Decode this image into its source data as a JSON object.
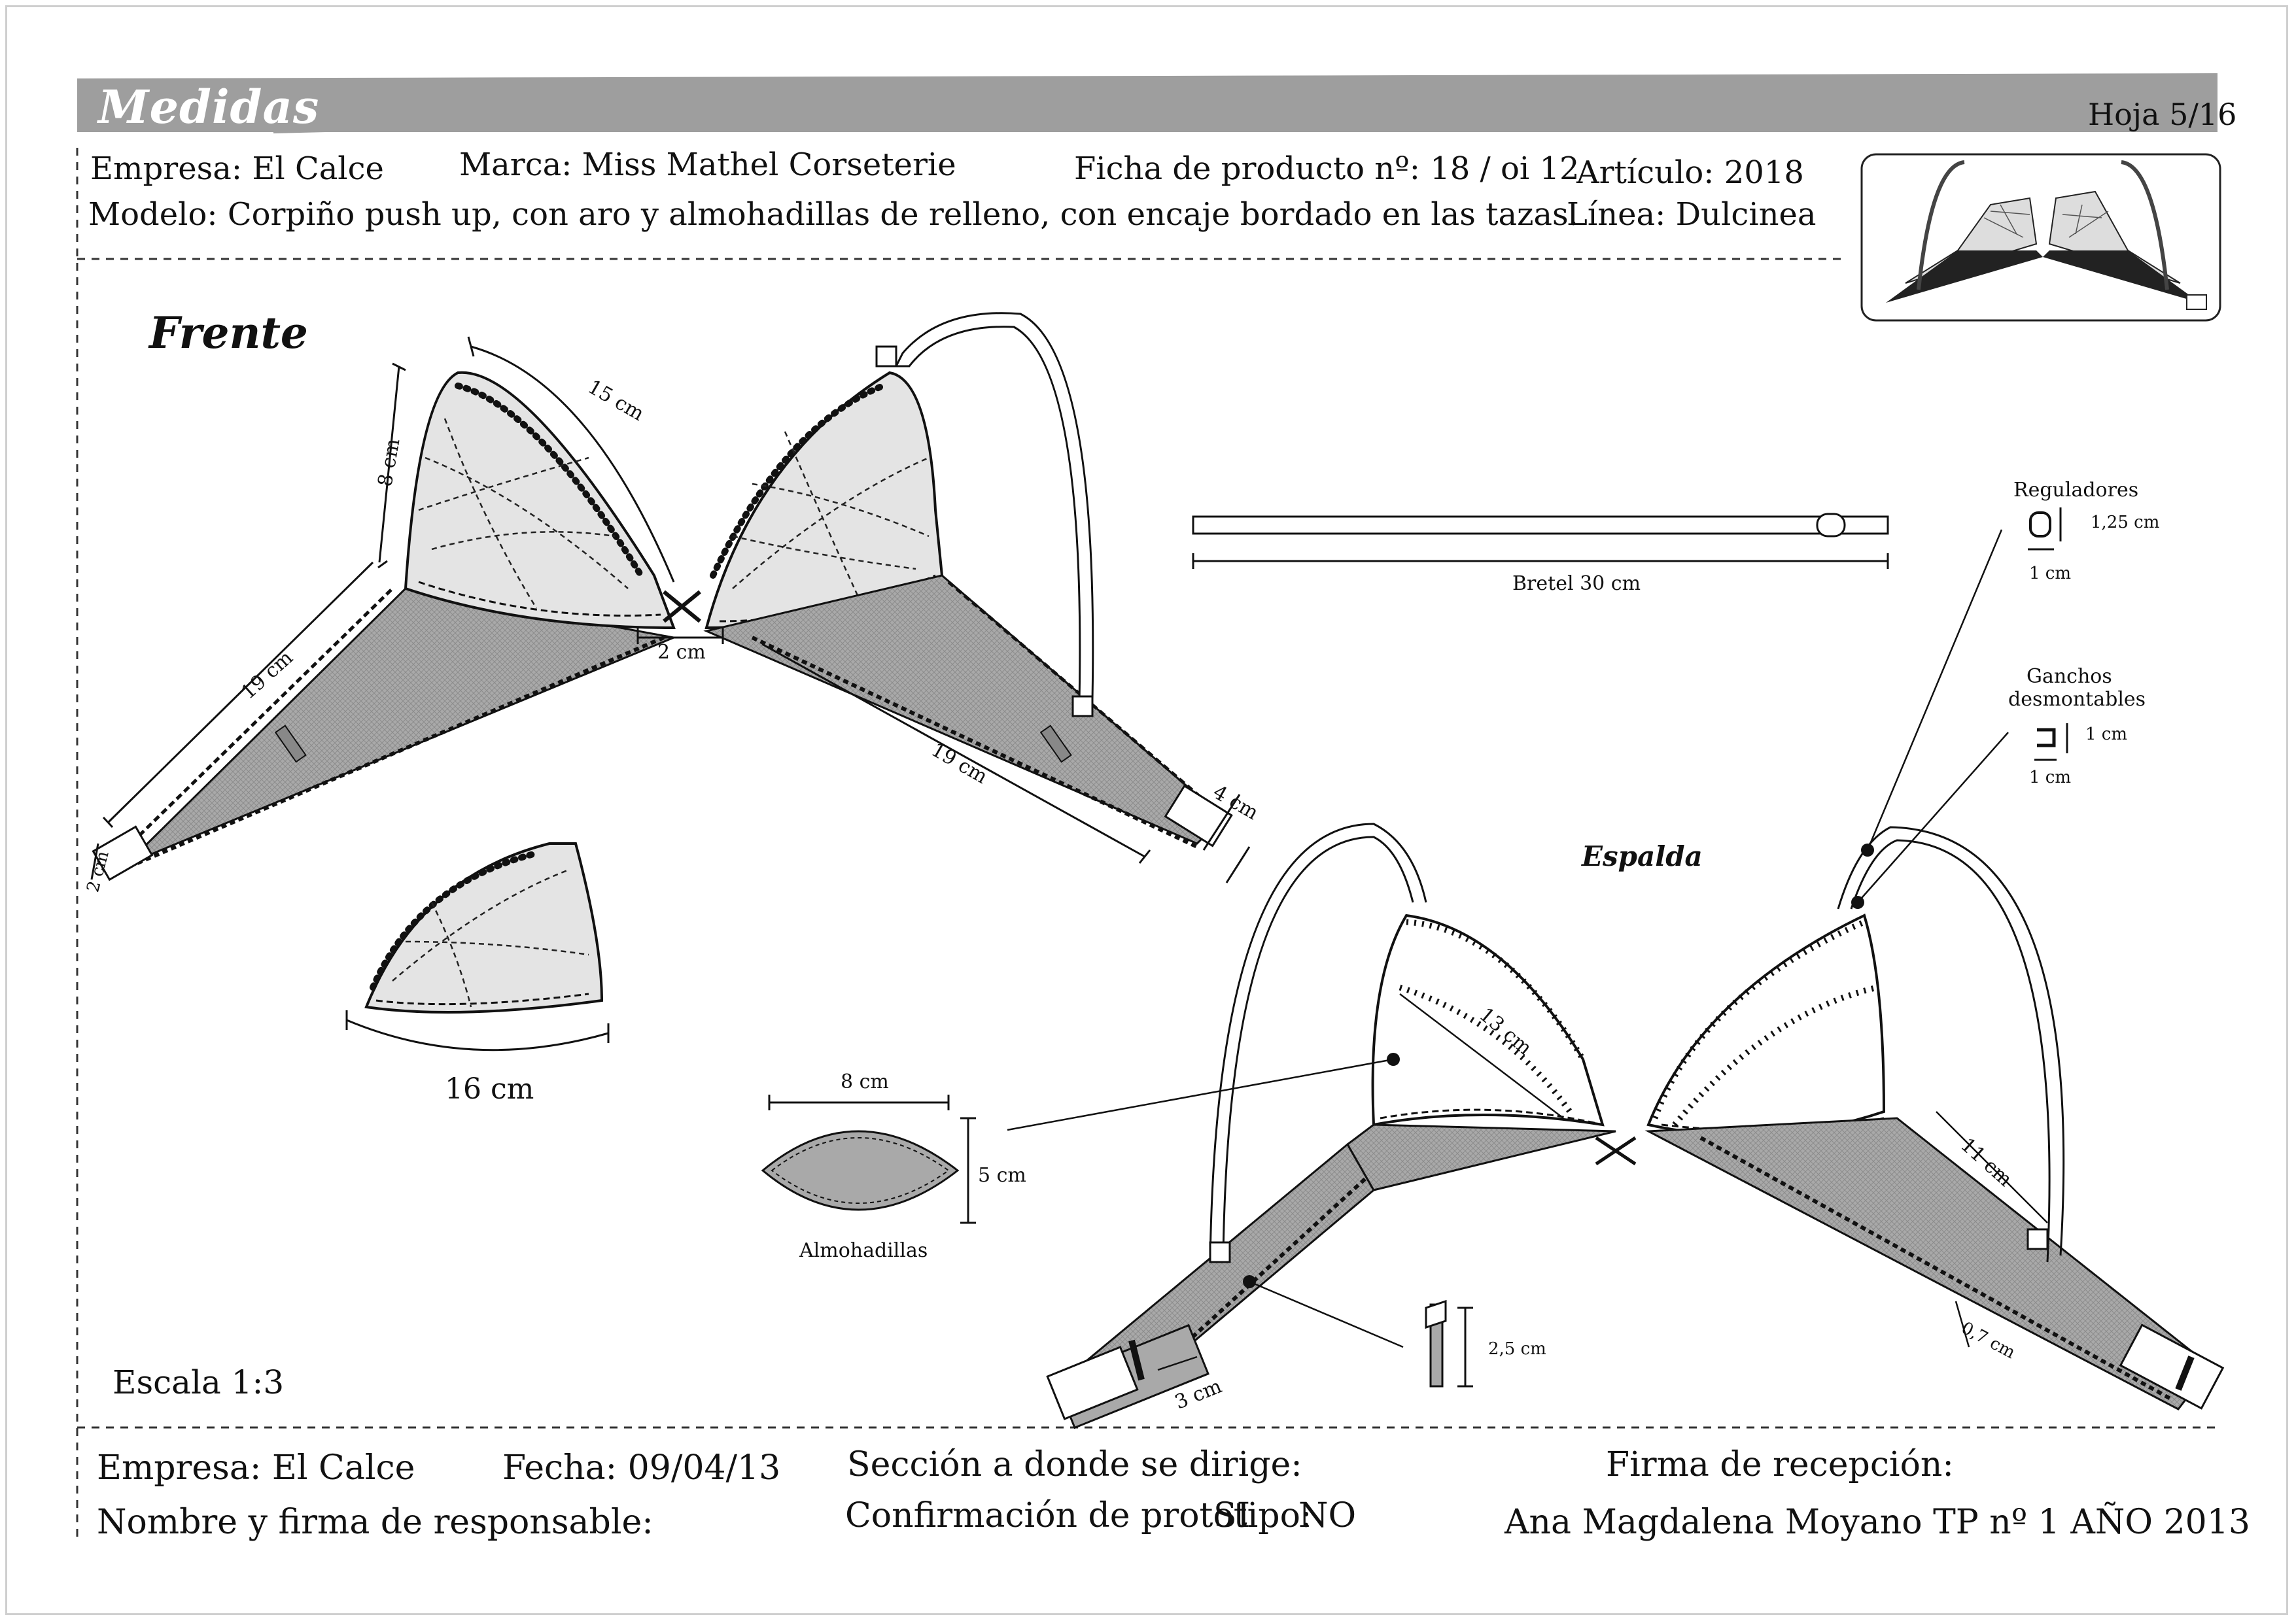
{
  "header": {
    "title": "Medidas",
    "sheet": "Hoja  5/16",
    "company": "Empresa: El Calce",
    "brand": "Marca: Miss Mathel Corseterie",
    "product_sheet": "Ficha de producto nº: 18 / oi 12",
    "article": "Artículo: 2018",
    "model": "Modelo: Corpiño push up, con aro y almohadillas de relleno, con encaje bordado en las tazas.",
    "line": "Línea: Dulcinea"
  },
  "front": {
    "title": "Frente",
    "dimensions": {
      "cup_top": "15 cm",
      "cup_side": "8 cm",
      "center": "2 cm",
      "band_left": "19 cm",
      "band_right": "19 cm",
      "band_end_right": "4 cm",
      "band_end_left": "2 cm",
      "cup_base": "16 cm"
    }
  },
  "strap": {
    "label": "Bretel 30 cm"
  },
  "regulators": {
    "label": "Reguladores",
    "height": "1,25 cm",
    "width": "1 cm"
  },
  "hooks": {
    "label_1": "Ganchos",
    "label_2": "desmontables",
    "height": "1 cm",
    "width": "1 cm"
  },
  "pads": {
    "label": "Almohadillas",
    "width": "8 cm",
    "height": "5 cm"
  },
  "back": {
    "title": "Espalda",
    "dimensions": {
      "cup_inner": "13 cm",
      "side": "11 cm",
      "band_end": "3 cm",
      "edge": "0,7 cm",
      "ring": "2,5 cm"
    }
  },
  "scale": "Escala  1:3",
  "footer": {
    "company": "Empresa: El Calce",
    "date": "Fecha: 09/04/13",
    "section": "Sección a donde se dirige:",
    "signature": "Firma de recepción:",
    "responsible": "Nombre y firma de responsable:",
    "prototype": "Confirmación de prototipo:",
    "yes": "SI",
    "no": "NO",
    "author": "Ana Magdalena Moyano   TP nº 1    AÑO 2013"
  },
  "colors": {
    "title_bar": "#9e9e9e",
    "fabric_gray": "#a9a9a9",
    "lace_fill": "#e4e4e4",
    "ink": "#111111"
  }
}
